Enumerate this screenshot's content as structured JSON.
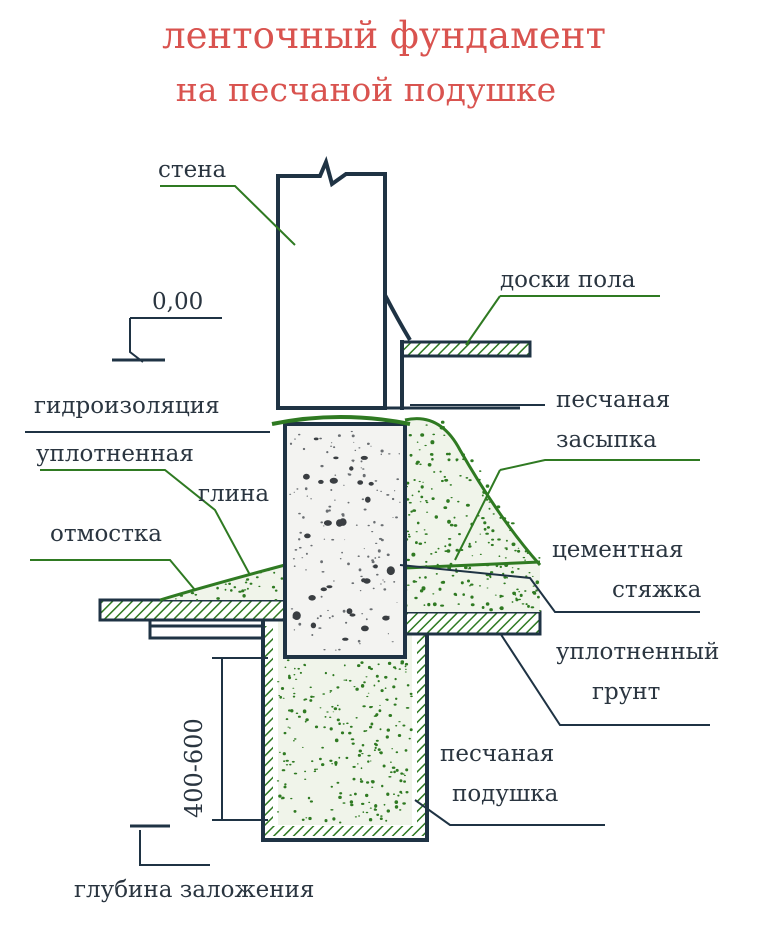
{
  "title": {
    "line1": "ленточный фундамент",
    "line2": "на песчаной подушке"
  },
  "labels": {
    "wall": "стена",
    "level": "0,00",
    "floor_boards": "доски пола",
    "waterproofing": "гидроизоляция",
    "sand_backfill_1": "песчаная",
    "sand_backfill_2": "засыпка",
    "compacted_clay_1": "уплотненная",
    "compacted_clay_2": "глина",
    "blind_area": "отмостка",
    "cement_screed_1": "цементная",
    "cement_screed_2": "стяжка",
    "compacted_soil_1": "уплотненный",
    "compacted_soil_2": "грунт",
    "dimension": "400-600",
    "sand_cushion_1": "песчаная",
    "sand_cushion_2": "подушка",
    "depth": "глубина заложения"
  },
  "colors": {
    "title": "#d9534f",
    "line": "#1f3344",
    "green": "#2f7a22",
    "text": "#2a3540",
    "concrete": "#f3f3f1",
    "sand": "#f0f4ea"
  }
}
